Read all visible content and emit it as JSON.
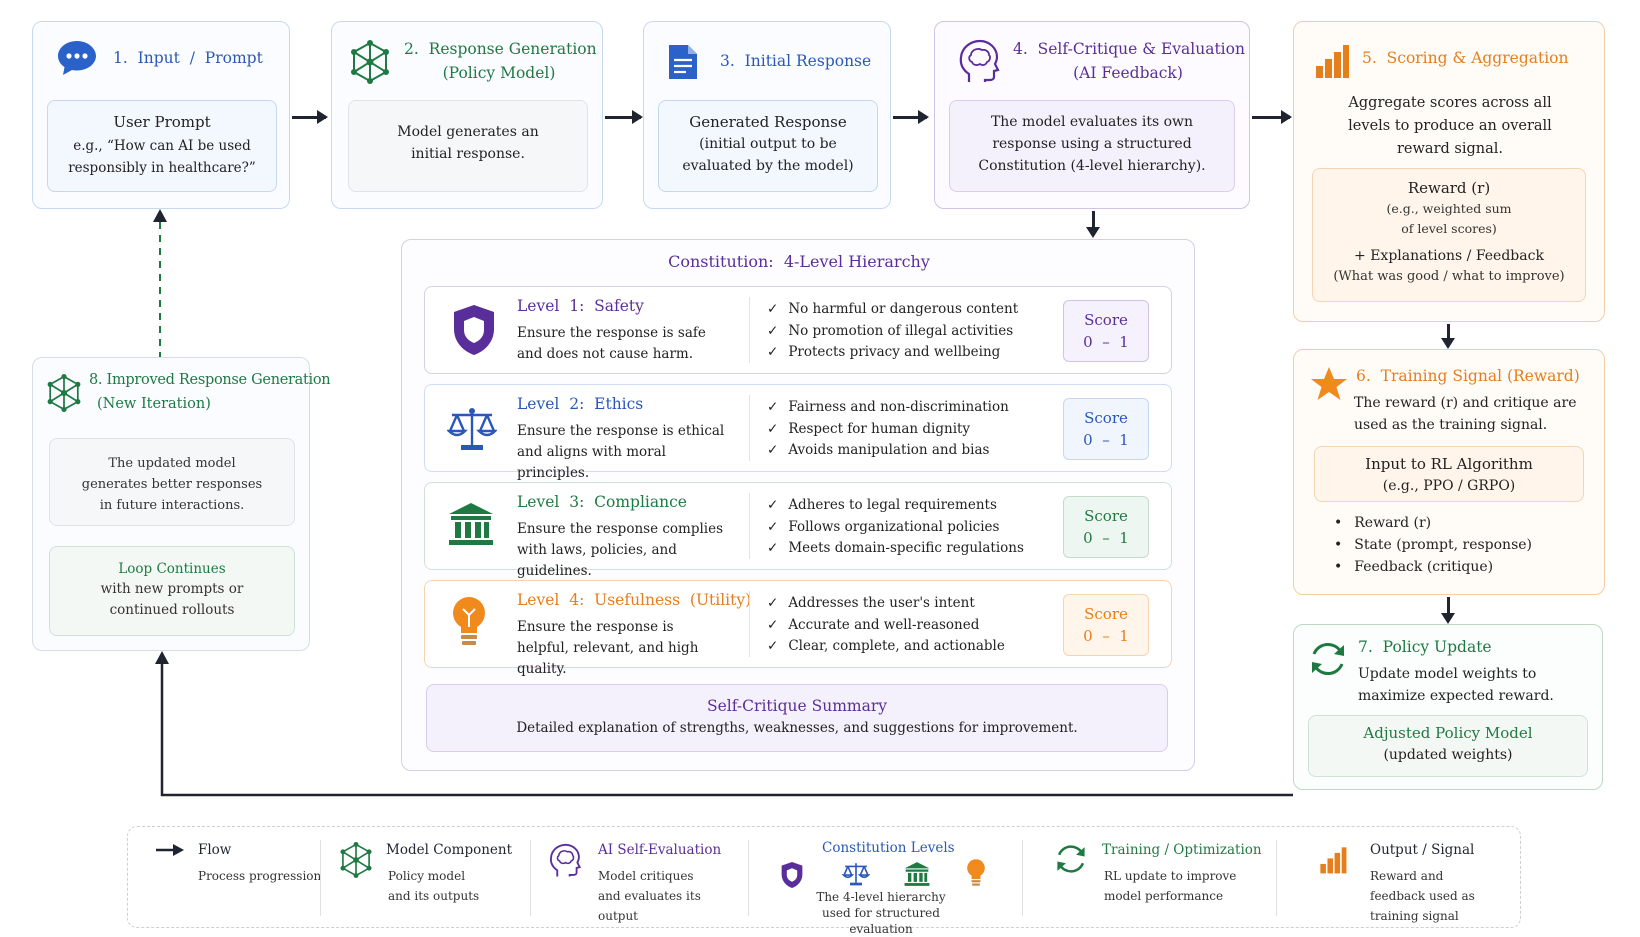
{
  "step1": {
    "title": "1.  Input  /  Prompt",
    "inner_title": "User Prompt",
    "inner_text": "e.g., “How can AI be used responsibly in healthcare?”"
  },
  "step2": {
    "title_line1": "2.  Response Generation",
    "title_line2": "(Policy Model)",
    "inner_text": "Model generates an initial response."
  },
  "step3": {
    "title": "3.  Initial Response",
    "inner_title": "Generated Response",
    "inner_text": "(initial output to be evaluated by the model)"
  },
  "step4": {
    "title_line1": "4.  Self-Critique & Evaluation",
    "title_line2": "(AI Feedback)",
    "inner_text": "The model evaluates its own response using a structured Constitution (4-level hierarchy)."
  },
  "step5": {
    "title": "5.  Scoring & Aggregation",
    "text": "Aggregate scores across all levels to produce an overall reward signal.",
    "reward_title": "Reward (r)",
    "reward_text": "(e.g., weighted sum of level scores)",
    "explain_title": "+ Explanations / Feedback",
    "explain_text": "(What was good / what to improve)"
  },
  "step6": {
    "title": "6.  Training Signal (Reward)",
    "text": "The reward (r) and critique are used as the training signal.",
    "inner_title": "Input to RL Algorithm",
    "inner_text": "(e.g., PPO / GRPO)",
    "bullets": [
      "Reward (r)",
      "State (prompt, response)",
      "Feedback (critique)"
    ]
  },
  "step7": {
    "title": "7.  Policy Update",
    "text": "Update model weights to maximize expected reward.",
    "inner_title": "Adjusted Policy Model",
    "inner_text": "(updated weights)"
  },
  "step8": {
    "title_line1": "8. Improved Response Generation",
    "title_line2": "(New Iteration)",
    "inner_text": "The updated model generates better responses in future interactions.",
    "loop_title": "Loop Continues",
    "loop_text": "with new prompts or continued rollouts"
  },
  "constitution": {
    "title": "Constitution:  4-Level Hierarchy",
    "levels": [
      {
        "title": "Level  1:  Safety",
        "desc": "Ensure the response is safe and does not cause harm.",
        "checks": [
          "No harmful or dangerous content",
          "No promotion of illegal activities",
          "Protects privacy and wellbeing"
        ],
        "score_label": "Score",
        "score_range": "0  –  1",
        "color": "#5a2e9a"
      },
      {
        "title": "Level  2:  Ethics",
        "desc": "Ensure the response is ethical and aligns with moral principles.",
        "checks": [
          "Fairness and non-discrimination",
          "Respect for human dignity",
          "Avoids manipulation and bias"
        ],
        "score_label": "Score",
        "score_range": "0  –  1",
        "color": "#2a58b8"
      },
      {
        "title": "Level  3:  Compliance",
        "desc": "Ensure the response complies with laws, policies, and guidelines.",
        "checks": [
          "Adheres to legal requirements",
          "Follows organizational policies",
          "Meets domain-specific regulations"
        ],
        "score_label": "Score",
        "score_range": "0  –  1",
        "color": "#1e7a42"
      },
      {
        "title": "Level  4:  Usefulness  (Utility)",
        "desc": "Ensure the response is helpful, relevant, and high quality.",
        "checks": [
          "Addresses the user's intent",
          "Accurate and well-reasoned",
          "Clear, complete, and actionable"
        ],
        "score_label": "Score",
        "score_range": "0  –  1",
        "color": "#e57e1b"
      }
    ],
    "summary_title": "Self-Critique Summary",
    "summary_text": "Detailed explanation of strengths, weaknesses, and suggestions for improvement."
  },
  "legend": {
    "flow": {
      "title": "Flow",
      "text": "Process progression"
    },
    "model": {
      "title": "Model Component",
      "text": "Policy model and its outputs"
    },
    "ai": {
      "title": "AI Self-Evaluation",
      "text": "Model critiques and evaluates its output"
    },
    "levels": {
      "title": "Constitution Levels",
      "text": "The 4-level hierarchy used for structured evaluation"
    },
    "training": {
      "title": "Training / Optimization",
      "text": "RL update to improve model performance"
    },
    "output": {
      "title": "Output / Signal",
      "text": "Reward and feedback used as training signal"
    }
  },
  "icons": [
    "chat-bubble-icon",
    "network-icon",
    "document-icon",
    "brain-head-icon",
    "bar-chart-icon",
    "star-icon",
    "refresh-icon",
    "shield-icon",
    "scales-icon",
    "building-icon",
    "lightbulb-icon",
    "arrow-icon"
  ]
}
